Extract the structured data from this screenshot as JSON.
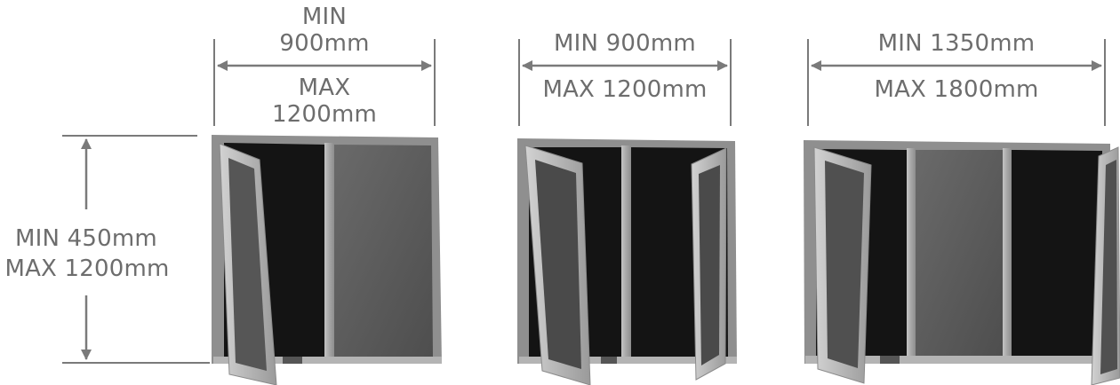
{
  "window_a": {
    "width_min_line1": "MIN",
    "width_min_line2": "900mm",
    "width_max_line1": "MAX",
    "width_max_line2": "1200mm"
  },
  "window_b": {
    "width_min": "MIN 900mm",
    "width_max": "MAX 1200mm"
  },
  "window_c": {
    "width_min": "MIN 1350mm",
    "width_max": "MAX 1800mm"
  },
  "height": {
    "min": "MIN 450mm",
    "max": "MAX 1200mm"
  },
  "colors": {
    "dimension": "#7a7a7a",
    "frame": "#a9a9a9",
    "frame_dark": "#8c8c8c",
    "glass_dark": "#141414",
    "glass_grey": "#5e5e5e"
  }
}
